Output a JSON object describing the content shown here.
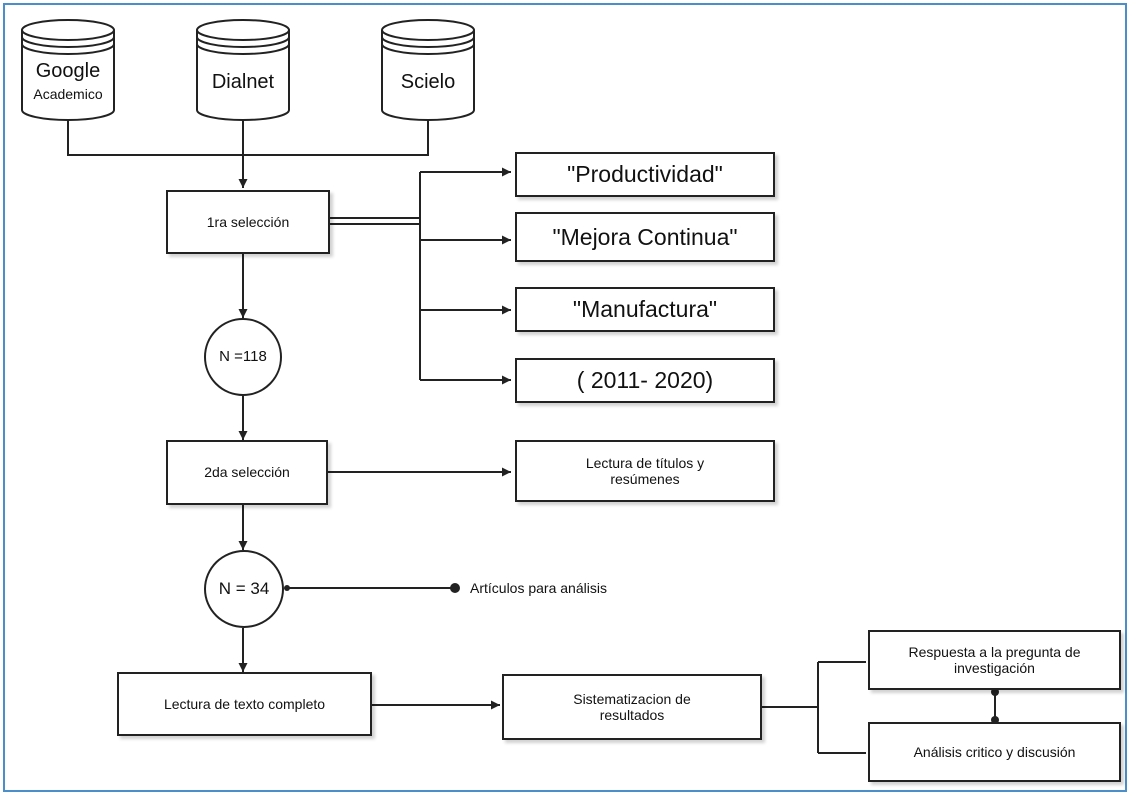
{
  "sources": [
    {
      "line1": "Google",
      "line2": "Academico"
    },
    {
      "label": "Dialnet"
    },
    {
      "label": "Scielo"
    }
  ],
  "stages": {
    "first": "1ra selección",
    "count1": "N =118",
    "second": "2da selección",
    "count2": "N = 34",
    "fulltext": "Lectura de texto completo",
    "systematization": "Sistematizacion de resultados"
  },
  "criteria": [
    "\"Productividad\"",
    "\"Mejora Continua\"",
    "\"Manufactura\"",
    "( 2011- 2020)"
  ],
  "reading": "Lectura de títulos y resúmenes",
  "articles": "Artículos para análisis",
  "outputs": [
    "Respuesta a la pregunta de investigación",
    "Análisis critico y discusión"
  ],
  "colors": {
    "frame": "#4a8fc9",
    "stroke": "#222222"
  }
}
